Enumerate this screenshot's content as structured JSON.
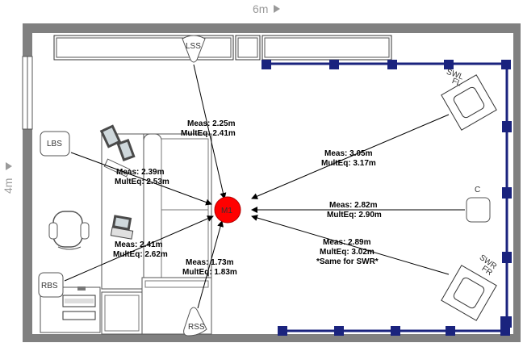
{
  "dimensions": {
    "width": "6m",
    "height": "4m"
  },
  "speakers": {
    "lss": "LSS",
    "lbs": "LBS",
    "rbs": "RBS",
    "rss": "RSS",
    "c": "C",
    "swl": [
      "SWL",
      "FL"
    ],
    "swr": [
      "SWR",
      "FR"
    ]
  },
  "mic_label": "M1",
  "measurements": {
    "lss": [
      "Meas: 2.25m",
      "MultEq: 2.41m"
    ],
    "lbs": [
      "Meas: 2.39m",
      "MultEq: 2.53m"
    ],
    "rbs": [
      "Meas: 2.41m",
      "MultEq: 2.62m"
    ],
    "rss": [
      "Meas: 1.73m",
      "MultEq: 1.83m"
    ],
    "fl": [
      "Meas: 3.05m",
      "MultEq: 3.17m"
    ],
    "c": [
      "Meas: 2.82m",
      "MultEq: 2.90m"
    ],
    "fr": [
      "Meas: 2.89m",
      "MultEq: 3.02m",
      "*Same for SWR*"
    ]
  },
  "colors": {
    "wall": "#808080",
    "floor": "#ffffff",
    "panel": "#1a237e",
    "mic": "#ff0000",
    "line": "#000000"
  }
}
